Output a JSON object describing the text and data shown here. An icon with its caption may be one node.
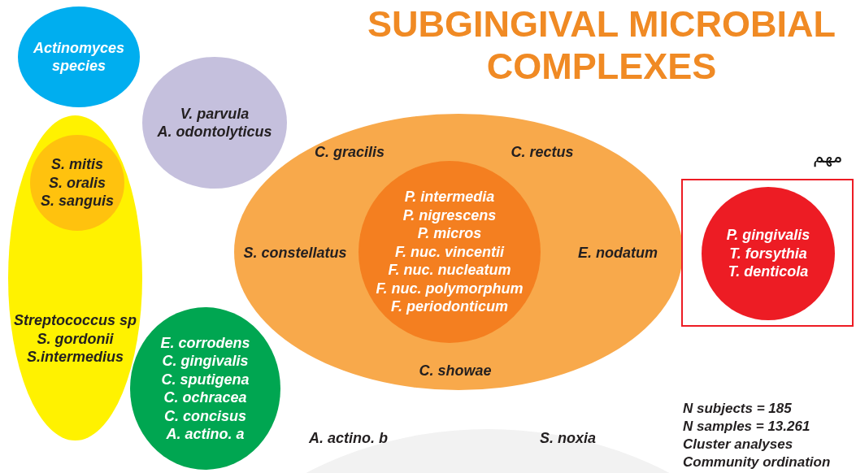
{
  "diagram": {
    "title": "SUBGINGIVAL MICROBIAL COMPLEXES",
    "nodes": [
      {
        "text": [
          "Actinomyces species"
        ]
      },
      {
        "text": [
          "V. parvula",
          "A. odontolyticus"
        ]
      },
      {
        "text": [
          "Streptococcus sp",
          "S. gordonii",
          "S.intermedius"
        ]
      },
      {
        "text": [
          "S. mitis",
          "S. oralis",
          "S. sanguis"
        ],
        "in": 2
      },
      {
        "text": [
          "E. corrodens",
          "C. gingivalis",
          "C. sputigena",
          "C. ochracea",
          "C. concisus",
          "A. actino. a"
        ]
      },
      {
        "text": [
          "C. gracilis",
          "C. rectus",
          "S. constellatus",
          "E. nodatum",
          "C. showae"
        ]
      },
      {
        "text": [
          "P. intermedia",
          "P. nigrescens",
          "P. micros",
          "F. nuc. vincentii",
          "F. nuc. nucleatum",
          "F. nuc. polymorphum",
          "F. periodonticum"
        ],
        "in": 5
      },
      {
        "text": [],
        "shape": "box"
      },
      {
        "text": [
          "P. gingivalis",
          "T. forsythia",
          "T. denticola"
        ],
        "in": 7
      }
    ],
    "labels": [
      "مهم",
      "A. actino. b",
      "S. noxia",
      "N subjects = 185",
      "N samples = 13.261",
      "Cluster analyses",
      "Community ordination"
    ]
  }
}
